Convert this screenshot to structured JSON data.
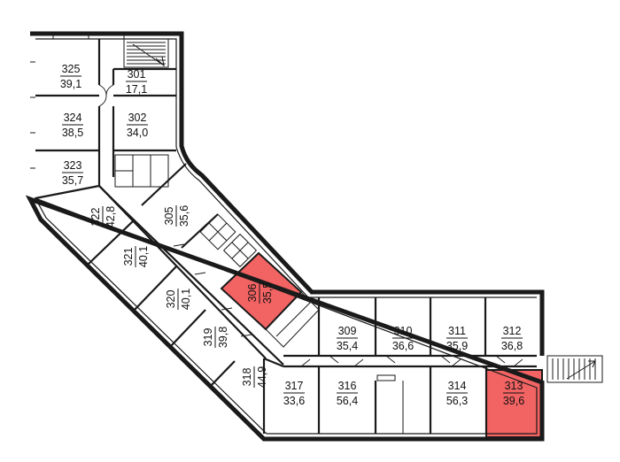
{
  "colors": {
    "highlight": "#f26363",
    "wall": "#1a1a1a",
    "background": "#ffffff"
  },
  "icons": [
    "stair-icon",
    "elevator-icon",
    "wc-fixture-icon"
  ],
  "rooms": [
    {
      "id": "325",
      "area": "39,1",
      "highlighted": false
    },
    {
      "id": "301",
      "area": "17,1",
      "highlighted": false
    },
    {
      "id": "324",
      "area": "38,5",
      "highlighted": false
    },
    {
      "id": "302",
      "area": "34,0",
      "highlighted": false
    },
    {
      "id": "323",
      "area": "35,7",
      "highlighted": false
    },
    {
      "id": "322",
      "area": "42,8",
      "highlighted": false
    },
    {
      "id": "305",
      "area": "35,6",
      "highlighted": false
    },
    {
      "id": "321",
      "area": "40,1",
      "highlighted": false
    },
    {
      "id": "306",
      "area": "35,5",
      "highlighted": true
    },
    {
      "id": "320",
      "area": "40,1",
      "highlighted": false
    },
    {
      "id": "319",
      "area": "39,8",
      "highlighted": false
    },
    {
      "id": "318",
      "area": "44,9",
      "highlighted": false
    },
    {
      "id": "309",
      "area": "35,4",
      "highlighted": false
    },
    {
      "id": "310",
      "area": "36,6",
      "highlighted": false
    },
    {
      "id": "311",
      "area": "35,9",
      "highlighted": false
    },
    {
      "id": "312",
      "area": "36,8",
      "highlighted": false
    },
    {
      "id": "317",
      "area": "33,6",
      "highlighted": false
    },
    {
      "id": "316",
      "area": "56,4",
      "highlighted": false
    },
    {
      "id": "314",
      "area": "56,3",
      "highlighted": false
    },
    {
      "id": "313",
      "area": "39,6",
      "highlighted": true
    }
  ]
}
